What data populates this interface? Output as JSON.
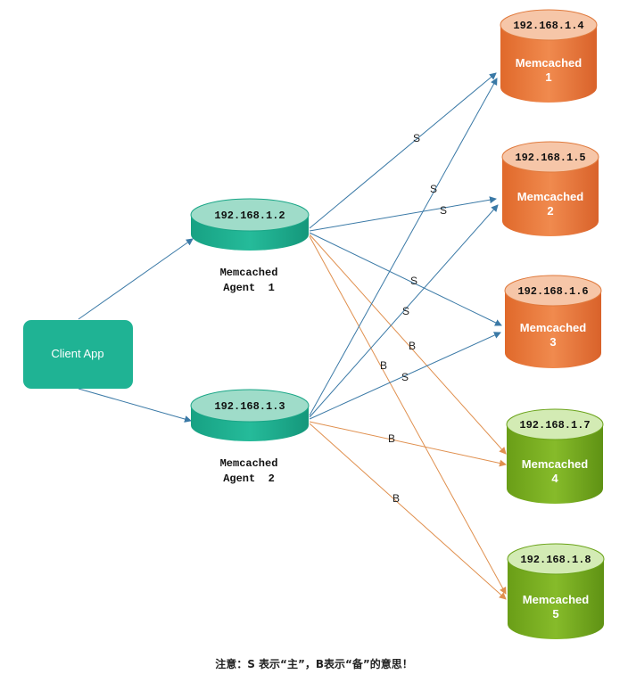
{
  "client": {
    "label": "Client App"
  },
  "agents": [
    {
      "ip": "192.168.1.2",
      "name_line1": "Memcached",
      "name_line2": "Agent  1"
    },
    {
      "ip": "192.168.1.3",
      "name_line1": "Memcached",
      "name_line2": "Agent  2"
    }
  ],
  "servers": [
    {
      "ip": "192.168.1.4",
      "name": "Memcached",
      "num": "1",
      "color": "orange"
    },
    {
      "ip": "192.168.1.5",
      "name": "Memcached",
      "num": "2",
      "color": "orange"
    },
    {
      "ip": "192.168.1.6",
      "name": "Memcached",
      "num": "3",
      "color": "orange"
    },
    {
      "ip": "192.168.1.7",
      "name": "Memcached",
      "num": "4",
      "color": "green"
    },
    {
      "ip": "192.168.1.8",
      "name": "Memcached",
      "num": "5",
      "color": "green"
    }
  ],
  "edge_labels": {
    "a1_s1": "S",
    "a1_s2": "S",
    "a1_s3": "S",
    "a1_b4": "B",
    "a1_b5": "B",
    "a2_s1": "S",
    "a2_s2": "S",
    "a2_s3": "S",
    "a2_b4": "B",
    "a2_b5": "B"
  },
  "colors": {
    "teal": "#1fb394",
    "teal_top": "#9fdcc9",
    "orange": "#ec7a3c",
    "orange_top": "#f6c6a8",
    "green": "#75ac1e",
    "green_top": "#d3ebb4",
    "blue_line": "#3a79a6",
    "orange_line": "#e0904f"
  },
  "footer": "注意：S 表示“主”，B表示“备”的意思！"
}
